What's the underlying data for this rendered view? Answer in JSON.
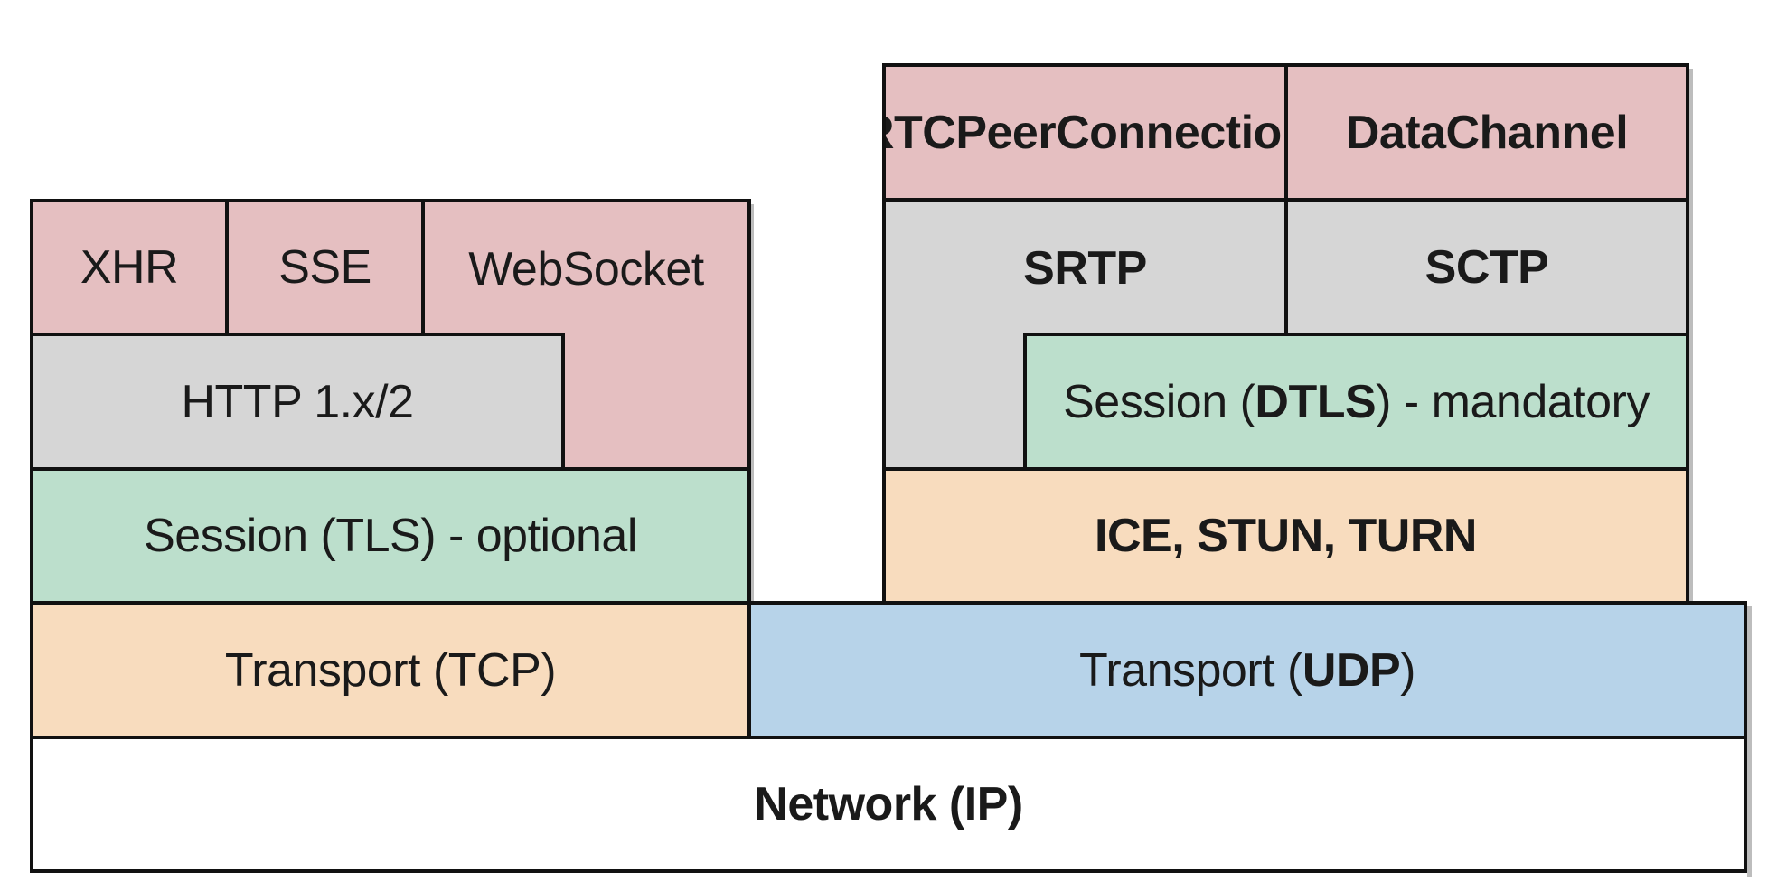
{
  "colors": {
    "api": "#e5bfc1",
    "protocol": "#d6d6d6",
    "session": "#bcdfcc",
    "transport_tcp": "#f8dcbe",
    "ice": "#f8dcbe",
    "transport_udp": "#b7d3e9",
    "network": "#ffffff",
    "border": "#111111"
  },
  "left_stack": {
    "apis": {
      "xhr": "XHR",
      "sse": "SSE",
      "websocket": "WebSocket"
    },
    "http": "HTTP 1.x/2",
    "session": "Session (TLS) - optional",
    "transport": "Transport (TCP)"
  },
  "right_stack": {
    "apis": {
      "rtcpeerconnection": "RTCPeerConnection",
      "datachannel": "DataChannel"
    },
    "protocols": {
      "srtp": "SRTP",
      "sctp": "SCTP"
    },
    "session": {
      "prefix": "Session (",
      "bold": "DTLS",
      "suffix": ") - mandatory"
    },
    "ice": "ICE, STUN, TURN",
    "transport": {
      "prefix": "Transport (",
      "bold": "UDP",
      "suffix": ")"
    }
  },
  "network": "Network (IP)"
}
